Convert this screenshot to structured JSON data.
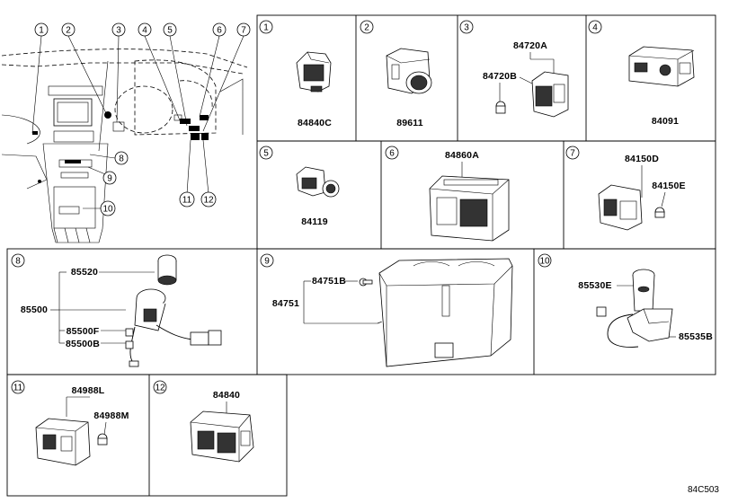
{
  "diagram_code": "84C503",
  "overview": {
    "callouts": [
      "1",
      "2",
      "3",
      "4",
      "5",
      "6",
      "7",
      "8",
      "9",
      "10",
      "11",
      "12"
    ]
  },
  "panels": [
    {
      "num": "1",
      "parts": [
        "84840C"
      ]
    },
    {
      "num": "2",
      "parts": [
        "89611"
      ]
    },
    {
      "num": "3",
      "parts": [
        "84720A",
        "84720B"
      ]
    },
    {
      "num": "4",
      "parts": [
        "84091"
      ]
    },
    {
      "num": "5",
      "parts": [
        "84119"
      ]
    },
    {
      "num": "6",
      "parts": [
        "84860A"
      ]
    },
    {
      "num": "7",
      "parts": [
        "84150D",
        "84150E"
      ]
    },
    {
      "num": "8",
      "parts": [
        "85520",
        "85500",
        "85500F",
        "85500B"
      ]
    },
    {
      "num": "9",
      "parts": [
        "84751B",
        "84751"
      ]
    },
    {
      "num": "10",
      "parts": [
        "85530E",
        "85535B"
      ]
    },
    {
      "num": "11",
      "parts": [
        "84988L",
        "84988M"
      ]
    },
    {
      "num": "12",
      "parts": [
        "84840"
      ]
    }
  ]
}
